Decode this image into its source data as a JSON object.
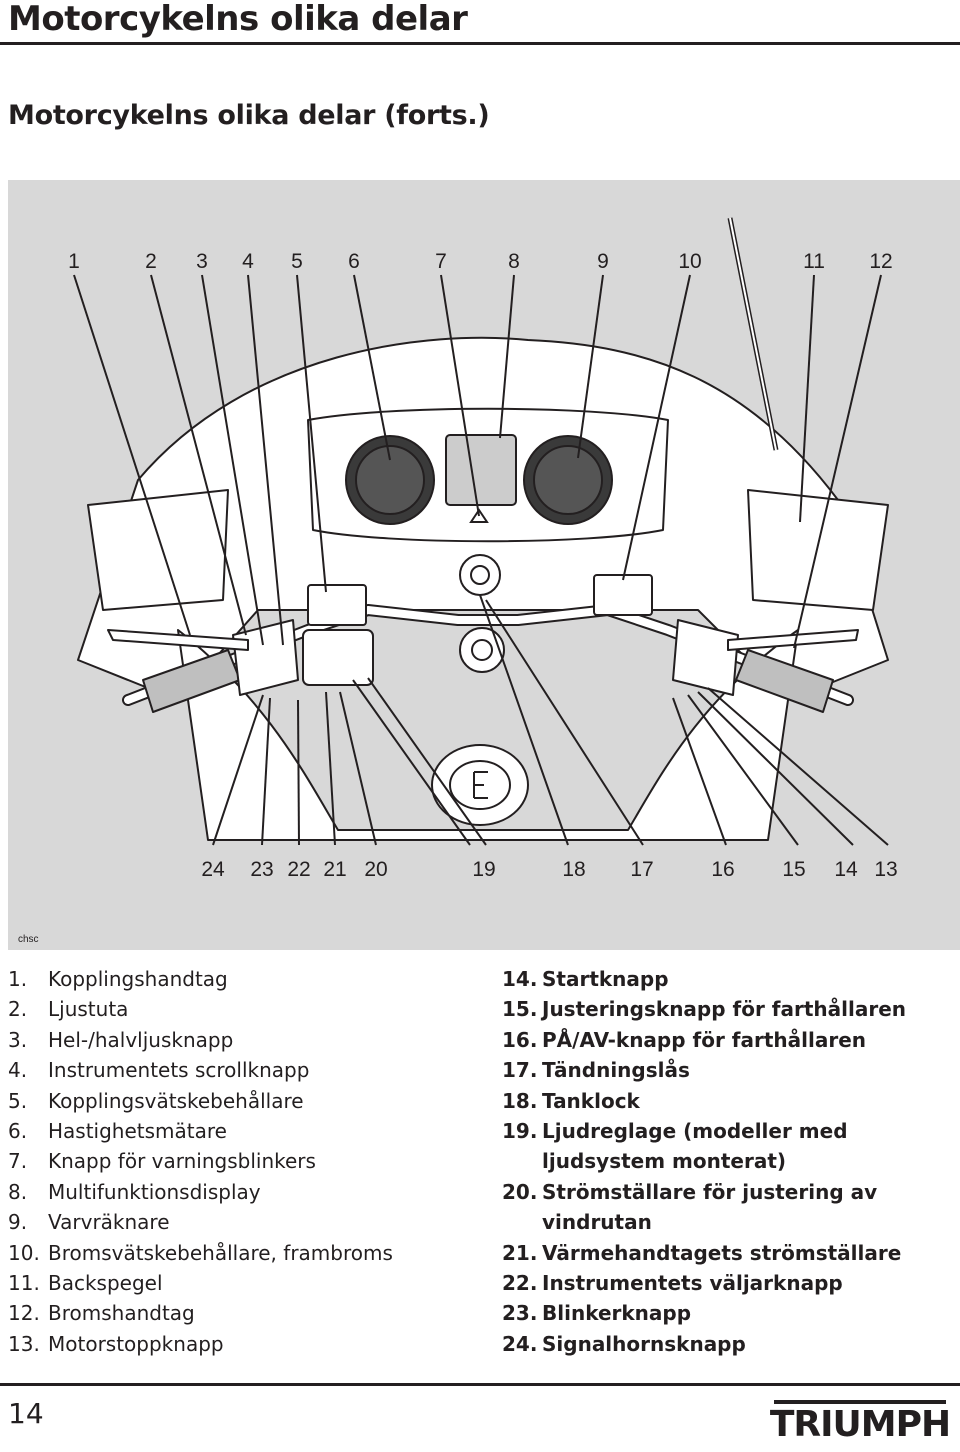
{
  "header": {
    "title": "Motorcykelns olika delar"
  },
  "section": {
    "title": "Motorcykelns olika delar (forts.)"
  },
  "figure": {
    "code": "chsc",
    "top_callouts": [
      "1",
      "2",
      "3",
      "4",
      "5",
      "6",
      "7",
      "8",
      "9",
      "10",
      "11",
      "12"
    ],
    "bottom_callouts": [
      "24",
      "23",
      "22",
      "21",
      "20",
      "19",
      "18",
      "17",
      "16",
      "15",
      "14",
      "13"
    ]
  },
  "legend_left": [
    {
      "num": "1.",
      "label": "Kopplingshandtag"
    },
    {
      "num": "2.",
      "label": "Ljustuta"
    },
    {
      "num": "3.",
      "label": "Hel-/halvljusknapp"
    },
    {
      "num": "4.",
      "label": "Instrumentets scrollknapp"
    },
    {
      "num": "5.",
      "label": "Kopplingsvätskebehållare"
    },
    {
      "num": "6.",
      "label": "Hastighetsmätare"
    },
    {
      "num": "7.",
      "label": "Knapp för varningsblinkers"
    },
    {
      "num": "8.",
      "label": "Multifunktionsdisplay"
    },
    {
      "num": "9.",
      "label": "Varvräknare"
    },
    {
      "num": "10.",
      "label": "Bromsvätskebehållare, frambroms"
    },
    {
      "num": "11.",
      "label": "Backspegel"
    },
    {
      "num": "12.",
      "label": "Bromshandtag"
    },
    {
      "num": "13.",
      "label": "Motorstoppknapp"
    }
  ],
  "legend_right": [
    {
      "num": "14.",
      "label": "Startknapp"
    },
    {
      "num": "15.",
      "label": "Justeringsknapp för farthållaren"
    },
    {
      "num": "16.",
      "label": "PÅ/AV-knapp för farthållaren"
    },
    {
      "num": "17.",
      "label": "Tändningslås"
    },
    {
      "num": "18.",
      "label": "Tanklock"
    },
    {
      "num": "19.",
      "label": "Ljudreglage (modeller med"
    },
    {
      "num": "",
      "label": "ljudsystem monterat)"
    },
    {
      "num": "20.",
      "label": "Strömställare för justering av"
    },
    {
      "num": "",
      "label": "vindrutan"
    },
    {
      "num": "21.",
      "label": "Värmehandtagets strömställare"
    },
    {
      "num": "22.",
      "label": "Instrumentets väljarknapp"
    },
    {
      "num": "23.",
      "label": "Blinkerknapp"
    },
    {
      "num": "24.",
      "label": "Signalhornsknapp"
    }
  ],
  "footer": {
    "page_number": "14",
    "brand": "TRIUMPH"
  },
  "colors": {
    "ink": "#231f20",
    "figure_bg": "#d8d8d8",
    "paper": "#ffffff"
  }
}
